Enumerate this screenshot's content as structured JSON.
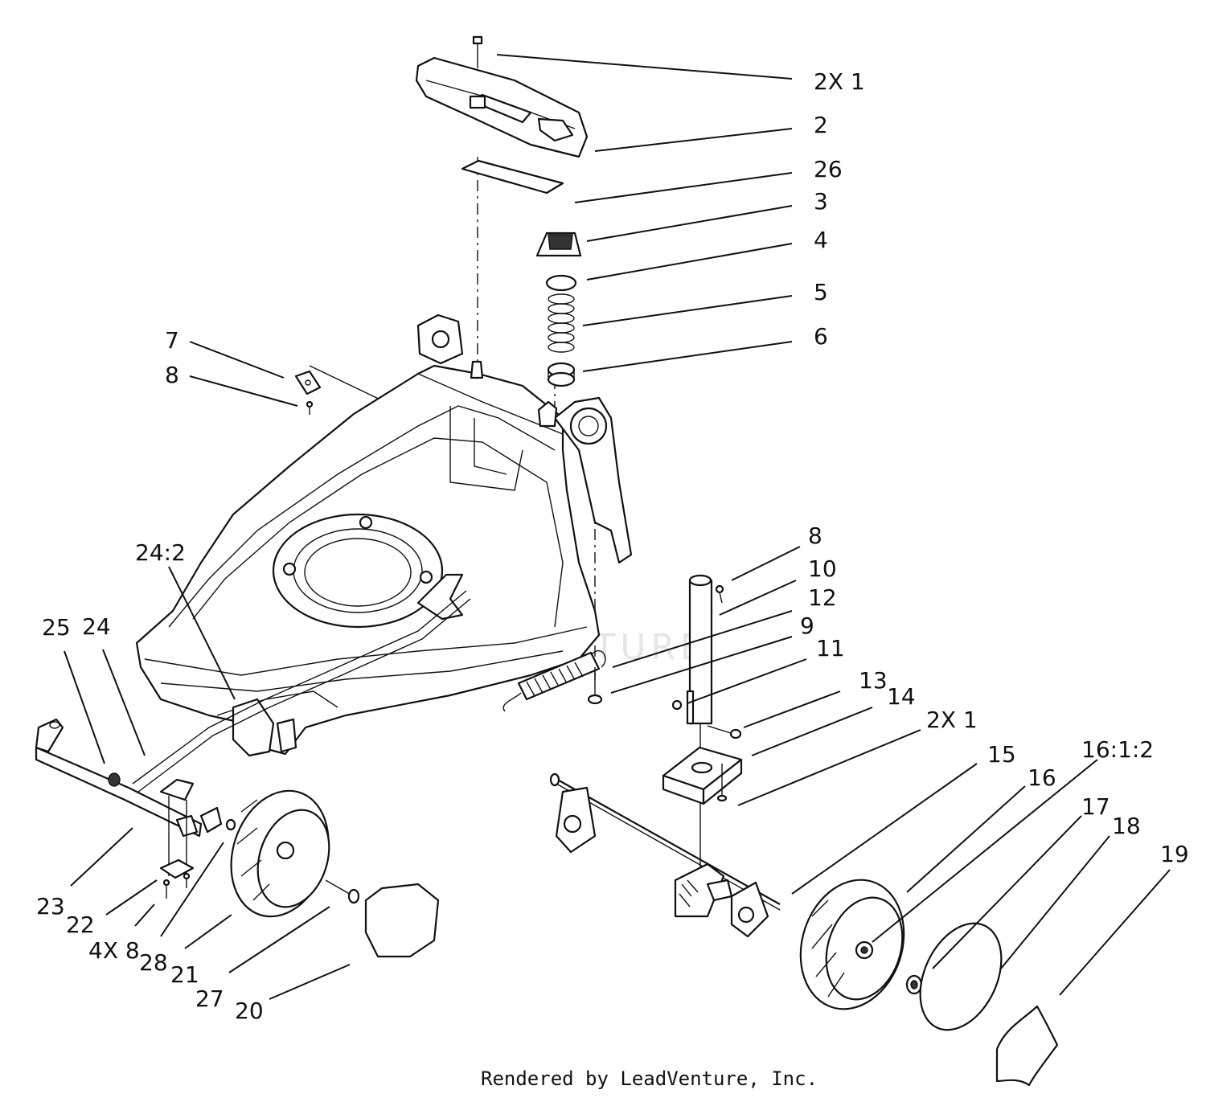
{
  "watermark": "LEADVENTURE",
  "footer": "Rendered by LeadVenture, Inc.",
  "callouts": [
    {
      "id": "c-2x1-top",
      "text": "2X 1"
    },
    {
      "id": "c-2",
      "text": "2"
    },
    {
      "id": "c-26",
      "text": "26"
    },
    {
      "id": "c-3",
      "text": "3"
    },
    {
      "id": "c-4",
      "text": "4"
    },
    {
      "id": "c-5",
      "text": "5"
    },
    {
      "id": "c-6",
      "text": "6"
    },
    {
      "id": "c-7",
      "text": "7"
    },
    {
      "id": "c-8-top",
      "text": "8"
    },
    {
      "id": "c-24-2",
      "text": "24:2"
    },
    {
      "id": "c-25",
      "text": "25"
    },
    {
      "id": "c-24",
      "text": "24"
    },
    {
      "id": "c-8-mid",
      "text": "8"
    },
    {
      "id": "c-10",
      "text": "10"
    },
    {
      "id": "c-12",
      "text": "12"
    },
    {
      "id": "c-9",
      "text": "9"
    },
    {
      "id": "c-11",
      "text": "11"
    },
    {
      "id": "c-13",
      "text": "13"
    },
    {
      "id": "c-14",
      "text": "14"
    },
    {
      "id": "c-2x1-mid",
      "text": "2X 1"
    },
    {
      "id": "c-15",
      "text": "15"
    },
    {
      "id": "c-16-1-2",
      "text": "16:1:2"
    },
    {
      "id": "c-16",
      "text": "16"
    },
    {
      "id": "c-17",
      "text": "17"
    },
    {
      "id": "c-18",
      "text": "18"
    },
    {
      "id": "c-19",
      "text": "19"
    },
    {
      "id": "c-23",
      "text": "23"
    },
    {
      "id": "c-22",
      "text": "22"
    },
    {
      "id": "c-4x8",
      "text": "4X 8"
    },
    {
      "id": "c-28",
      "text": "28"
    },
    {
      "id": "c-21",
      "text": "21"
    },
    {
      "id": "c-27",
      "text": "27"
    },
    {
      "id": "c-20",
      "text": "20"
    }
  ]
}
